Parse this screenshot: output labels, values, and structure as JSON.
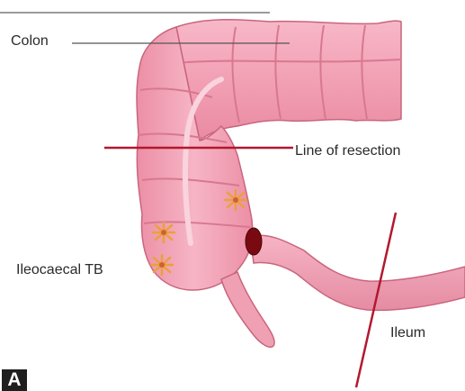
{
  "labels": {
    "colon": "Colon",
    "line_of_resection": "Line of resection",
    "ileocaecal_tb": "Ileocaecal TB",
    "ileum": "Ileum"
  },
  "panel_letter": "A",
  "colors": {
    "tissue": "#f2a0b4",
    "tissue_light": "#f8c6d2",
    "tissue_outline": "#c9657d",
    "resection_line": "#b3182f",
    "lesion": "#e8a23a",
    "lumen": "#7a0a12"
  }
}
